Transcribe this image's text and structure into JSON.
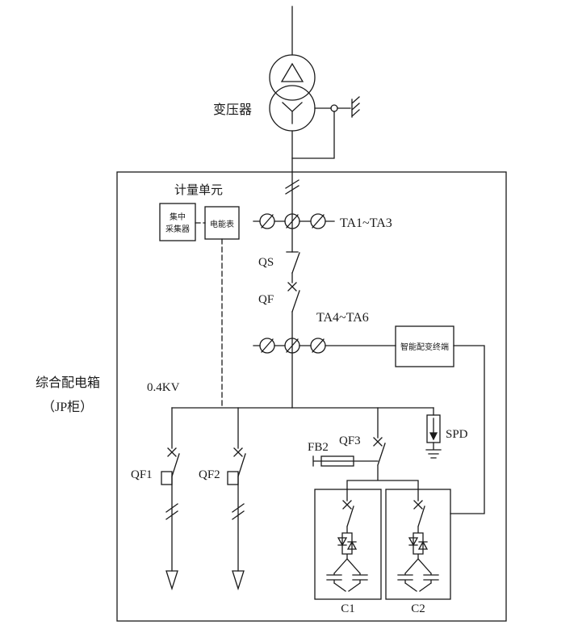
{
  "diagram_labels": {
    "transformer": "变压器",
    "metering_unit": "计量单元",
    "collector_line1": "集中",
    "collector_line2": "采集器",
    "energy_meter": "电能表",
    "ta1_ta3": "TA1~TA3",
    "qs": "QS",
    "qf": "QF",
    "ta4_ta6": "TA4~TA6",
    "smart_terminal": "智能配变终端",
    "voltage": "0.4KV",
    "cabinet_line1": "综合配电箱",
    "cabinet_line2": "（JP柜）",
    "qf1": "QF1",
    "qf2": "QF2",
    "fb2": "FB2",
    "qf3": "QF3",
    "spd": "SPD",
    "c1": "C1",
    "c2": "C2"
  },
  "colors": {
    "line": "#1a1a1a",
    "background": "#ffffff"
  }
}
